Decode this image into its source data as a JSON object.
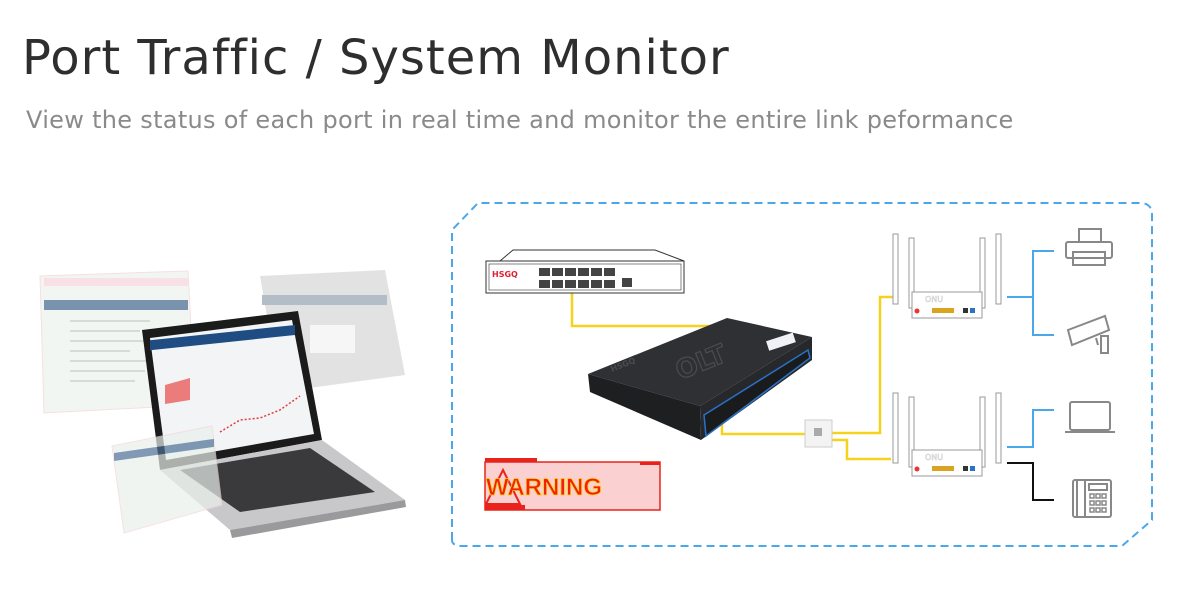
{
  "header": {
    "title": "Port Traffic / System Monitor",
    "subtitle": "View the status of each port in real time and monitor the entire link peformance"
  },
  "diagram": {
    "switch_brand": "HSGQ",
    "olt_brand": "HSGQ",
    "olt_label": "OLT",
    "onu_label": "ONU",
    "warning_label": "WARNING",
    "endpoints": [
      "printer-icon",
      "camera-icon",
      "laptop-icon",
      "phone-icon"
    ]
  },
  "colors": {
    "frame": "#4aa8ea",
    "fiber_link": "#f5d21c",
    "ethernet_link": "#4aa8ea",
    "phone_link": "#111111",
    "warning": "#e8231c",
    "warning_fill": "#fbd0d0"
  }
}
